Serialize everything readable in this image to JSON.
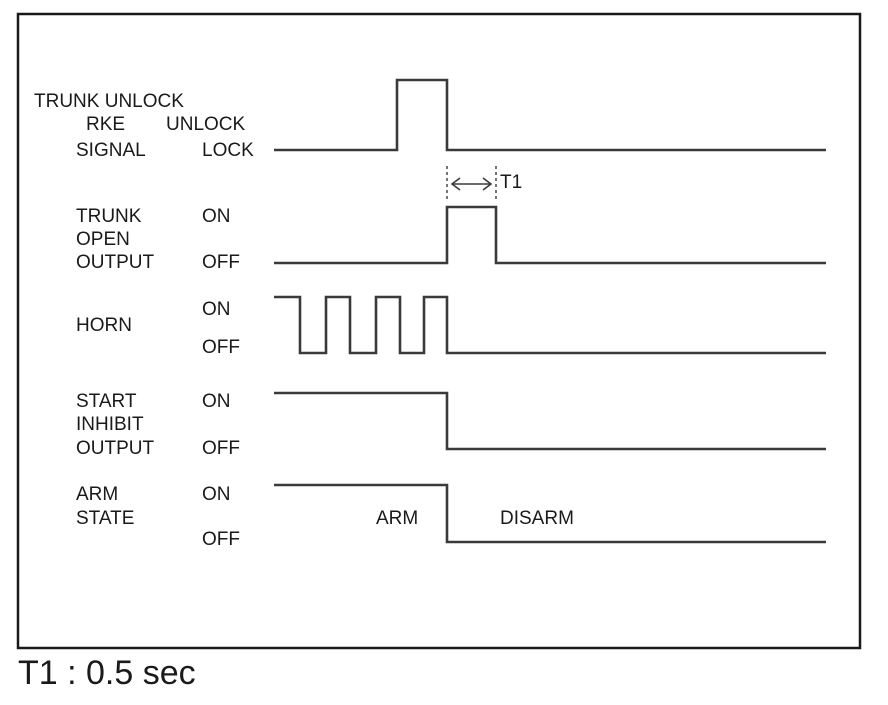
{
  "signals": {
    "rke": {
      "line1": "TRUNK UNLOCK",
      "line2": "RKE",
      "line3": "SIGNAL",
      "high": "UNLOCK",
      "low": "LOCK"
    },
    "trunk": {
      "line1": "TRUNK",
      "line2": "OPEN",
      "line3": "OUTPUT",
      "high": "ON",
      "low": "OFF"
    },
    "horn": {
      "line1": "HORN",
      "high": "ON",
      "low": "OFF"
    },
    "start": {
      "line1": "START",
      "line2": "INHIBIT",
      "line3": "OUTPUT",
      "high": "ON",
      "low": "OFF"
    },
    "arm": {
      "line1": "ARM",
      "line2": "STATE",
      "high": "ON",
      "low": "OFF",
      "arm_text": "ARM",
      "disarm_text": "DISARM"
    }
  },
  "t1_label": "T1",
  "note": "T1 : 0.5 sec"
}
